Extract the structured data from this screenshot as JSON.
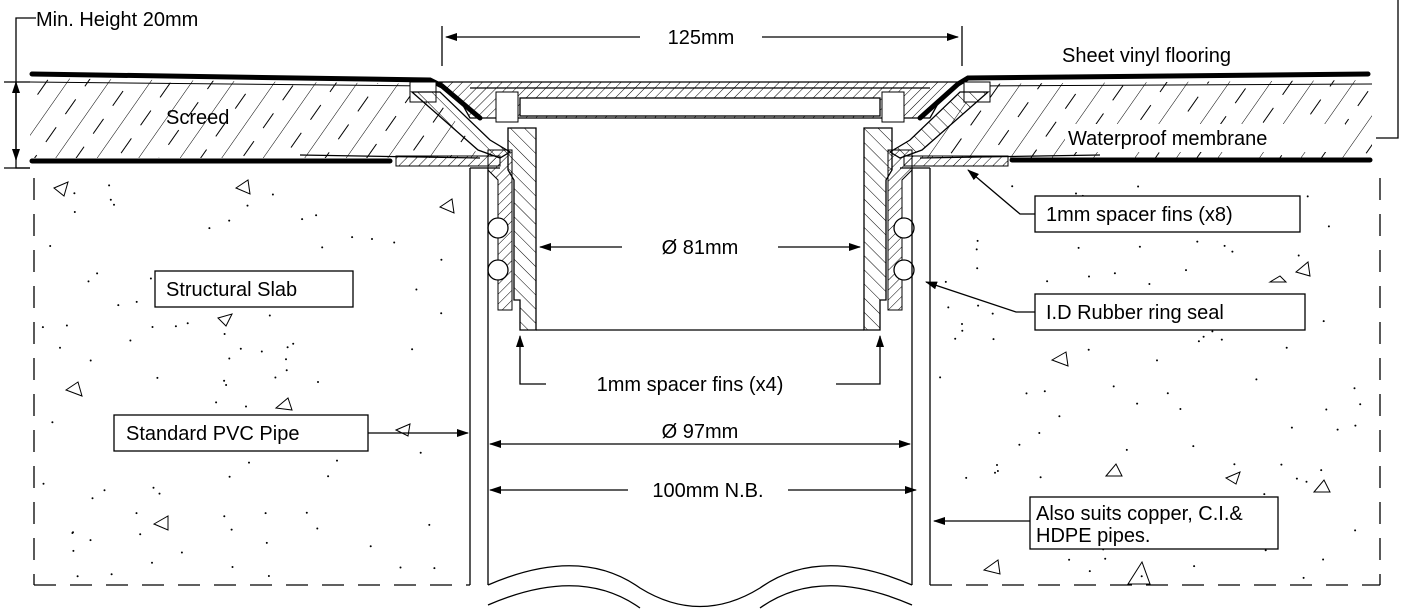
{
  "labels": {
    "min_height": "Min. Height 20mm",
    "width_125": "125mm",
    "sheet_vinyl": "Sheet vinyl flooring",
    "screed": "Screed",
    "waterproof": "Waterproof membrane",
    "spacer_x8": "1mm spacer fins (x8)",
    "dia_81": "Ø 81mm",
    "structural_slab": "Structural Slab",
    "rubber_seal": "I.D Rubber ring seal",
    "spacer_x4": "1mm spacer fins (x4)",
    "pvc_pipe": "Standard PVC Pipe",
    "dia_97": "Ø 97mm",
    "nb_100": "100mm N.B.",
    "also_suits_1": "Also suits copper, C.I.&",
    "also_suits_2": "HDPE pipes."
  }
}
